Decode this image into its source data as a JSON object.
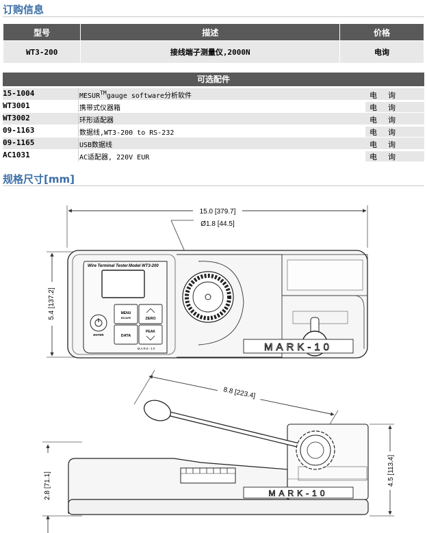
{
  "order_section": {
    "title": "订购信息",
    "headers": [
      "型号",
      "描述",
      "价格"
    ],
    "row": {
      "model": "WT3-200",
      "description": "接线端子测量仪,2000N",
      "price": "电询"
    }
  },
  "accessories": {
    "title": "可选配件",
    "items": [
      {
        "code": "15-1004",
        "desc_pre": "MESUR",
        "desc_sup": "TM",
        "desc_post": "gauge software分析软件",
        "price": "电询"
      },
      {
        "code": "WT3001",
        "desc": "携带式仪器箱",
        "price": "电询"
      },
      {
        "code": "WT3002",
        "desc": "环形适配器",
        "price": "电询"
      },
      {
        "code": "09-1163",
        "desc": "数据线,WT3-200 to RS-232",
        "price": "电询"
      },
      {
        "code": "09-1165",
        "desc": "USB数据线",
        "price": "电询"
      },
      {
        "code": "AC1031",
        "desc": "AC适配器, 220V EUR",
        "price": "电询"
      }
    ]
  },
  "dimensions": {
    "title": "规格尺寸[mm]",
    "width": "15.0 [379.7]",
    "diameter": "Ø1.8 [44.5]",
    "depth": "5.4 [137.2]",
    "arm": "8.8 [223.4]",
    "height_low": "2.8 [71.1]",
    "height_total": "4.5 [113.4]"
  },
  "device": {
    "panel_title": "Wire Terminal Tester",
    "model_label": "Model WT3-200",
    "buttons": {
      "menu": "MENU",
      "escape": "ESCAPE",
      "zero": "ZERO",
      "data": "DATA",
      "peak": "PEAK",
      "enter": "ENTER"
    },
    "brand": "MARK-10",
    "brand_small": "MARK-10"
  }
}
